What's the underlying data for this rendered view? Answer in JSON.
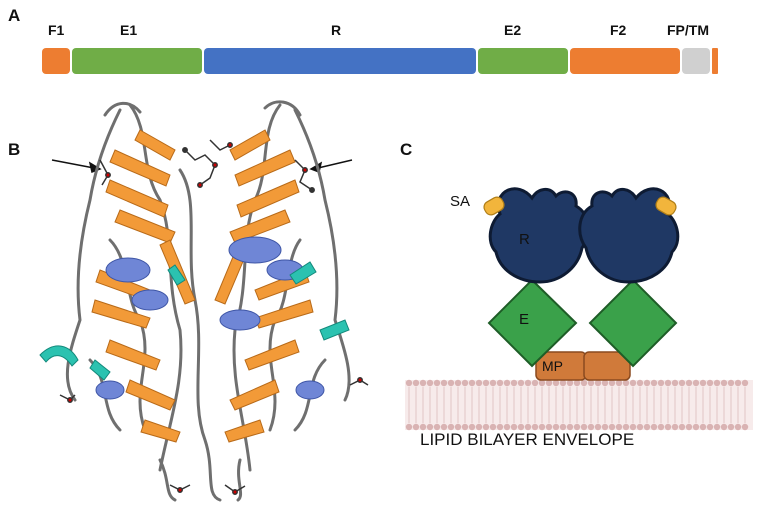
{
  "panels": {
    "a": "A",
    "b": "B",
    "c": "C"
  },
  "domains": [
    {
      "label": "F1",
      "color": "#ed7d31"
    },
    {
      "label": "E1",
      "color": "#70ad47"
    },
    {
      "label": "R",
      "color": "#4472c4"
    },
    {
      "label": "E2",
      "color": "#70ad47"
    },
    {
      "label": "F2",
      "color": "#ed7d31"
    },
    {
      "label": "FP/TM",
      "color": "#d0d0d0"
    }
  ],
  "diagram": {
    "sa_label": "SA",
    "r_label": "R",
    "e_label": "E",
    "mp_label": "MP",
    "membrane_label": "LIPID BILAYER ENVELOPE"
  },
  "colors": {
    "receptor": "#1f3864",
    "esterase": "#3aa14a",
    "matrix": "#d07a3a",
    "sialic": "#f2b53c",
    "lipid": "#d9b3b3",
    "ribbon_sheet": "#f29a38",
    "ribbon_helix": "#6f86d6",
    "ribbon_teal": "#2bc2b0"
  }
}
